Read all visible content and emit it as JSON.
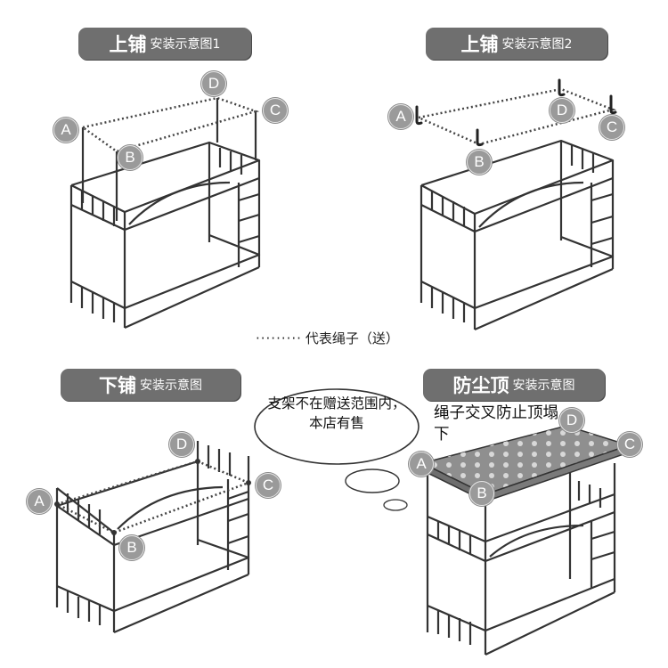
{
  "panels": [
    {
      "id": "upper1",
      "title_main": "上铺",
      "title_sub": "安装示意图1"
    },
    {
      "id": "upper2",
      "title_main": "上铺",
      "title_sub": "安装示意图2"
    },
    {
      "id": "lower",
      "title_main": "下铺",
      "title_sub": "安装示意图"
    },
    {
      "id": "dust",
      "title_main": "防尘顶",
      "title_sub": "安装示意图"
    }
  ],
  "point_labels": {
    "a": "A",
    "b": "B",
    "c": "C",
    "d": "D"
  },
  "legend": {
    "dots": "·········",
    "text": "代表绳子（送）"
  },
  "bubble": {
    "text": "支架不在赠送范围内，本店有售"
  },
  "dust_note": {
    "text": "绳子交叉防止顶塌下"
  },
  "colors": {
    "pill_bg": "#6f6f6f",
    "point_bg": "#9a9a9a",
    "frame": "#333333",
    "canopy": "#8f8f8f"
  }
}
